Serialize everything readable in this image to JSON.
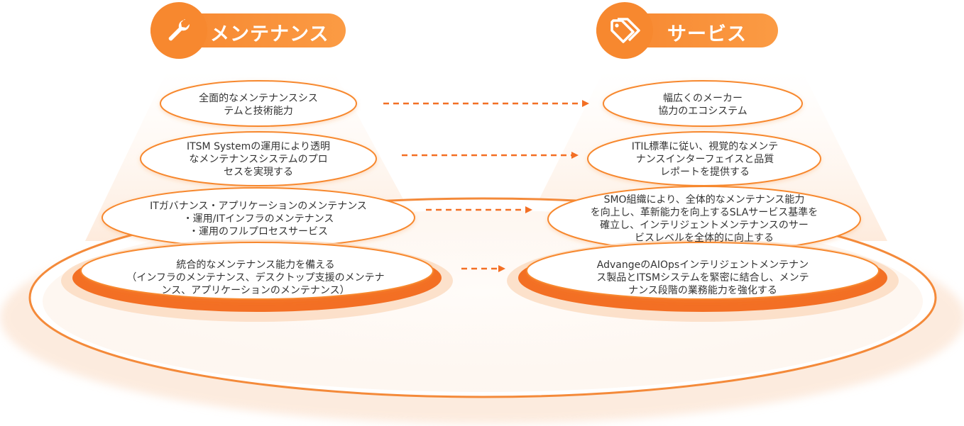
{
  "colors": {
    "accent": "#f7882f",
    "accent_dark": "#f36f24",
    "text": "#333333"
  },
  "maintenance": {
    "title": "メンテナンス",
    "icon": "wrench-icon",
    "items": [
      "全面的なメンテナンスシス\nテムと技術能力",
      "ITSM Systemの運用により透明\nなメンテナンスシステムのプロ\nセスを実現する",
      "ITガバナンス・アプリケーションのメンテナンス\n・運用/ITインフラのメンテナンス\n・運用のフルプロセスサービス",
      "統合的なメンテナンス能力を備える\n（インフラのメンテナンス、デスクトップ支援のメンテナ\nンス、アプリケーションのメンテナンス）"
    ]
  },
  "service": {
    "title": "サービス",
    "icon": "tag-icon",
    "items": [
      "幅広くのメーカー\n協力のエコシステム",
      "ITIL標準に従い、視覚的なメンテ\nナンスインターフェイスと品質\nレポートを提供する",
      "SMO組織により、全体的なメンテナンス能力\nを向上し、革新能力を向上するSLAサービス基準を\n確立し、インテリジェントメンテナンスのサー\nビスレベルを全体的に向上する",
      "AdvangeのAIOpsインテリジェントメンテナン\nス製品とITSMシステムを緊密に結合し、メンテ\nナンス段階の業務能力を強化する"
    ]
  }
}
